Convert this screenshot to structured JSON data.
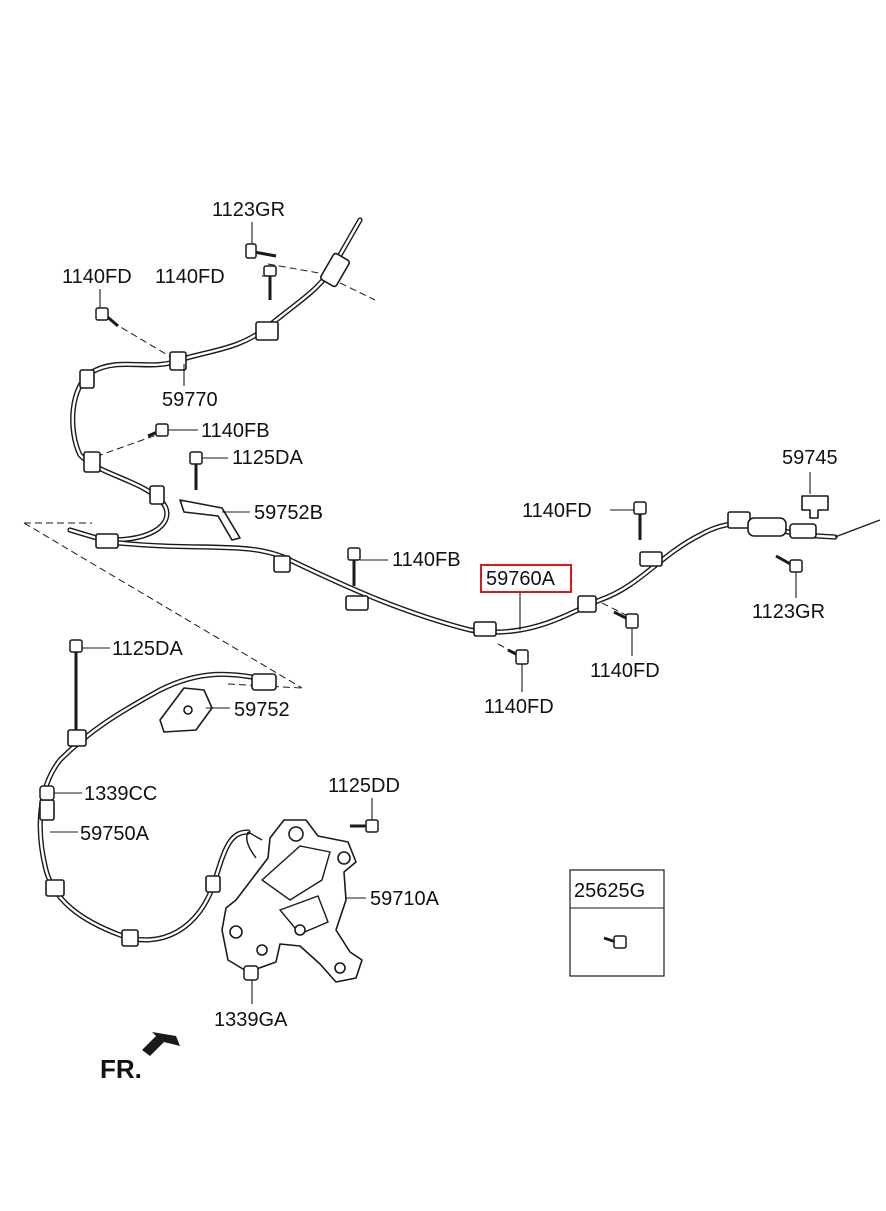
{
  "labels": {
    "p1123gr_top": "1123GR",
    "p1140fd_left": "1140FD",
    "p1140fd_center": "1140FD",
    "p59770": "59770",
    "p1140fb_upper": "1140FB",
    "p1125da_upper": "1125DA",
    "p59752b": "59752B",
    "p59745": "59745",
    "p1140fd_right": "1140FD",
    "p1140fb_center": "1140FB",
    "p59760a": "59760A",
    "p1123gr_right": "1123GR",
    "p1140fd_lower_right": "1140FD",
    "p1140fd_lower": "1140FD",
    "p1125da_lower": "1125DA",
    "p59752": "59752",
    "p1339cc": "1339CC",
    "p59750a": "59750A",
    "p1125dd": "1125DD",
    "p59710a": "59710A",
    "p1339ga": "1339GA",
    "p25625g": "25625G",
    "front": "FR."
  },
  "highlight": {
    "part": "59760A",
    "color": "#d71920"
  }
}
